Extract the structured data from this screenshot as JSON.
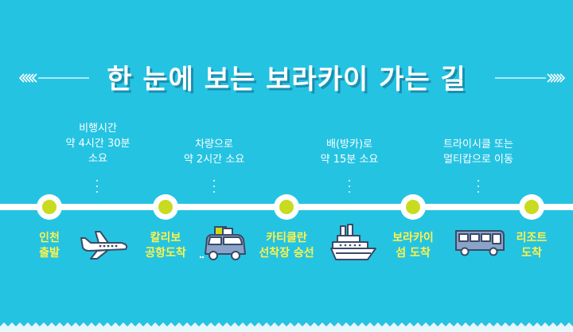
{
  "title": "한 눈에 보는 보라카이 가는 길",
  "colors": {
    "background": "#25c3e2",
    "node_fill": "#c8db1f",
    "label_text": "#fff24a",
    "note_text": "#ffffff",
    "vehicle": "#8aa3c8"
  },
  "stops": [
    {
      "line1": "인천",
      "line2": "출발"
    },
    {
      "line1": "칼리보",
      "line2": "공항도착"
    },
    {
      "line1": "카티클란",
      "line2": "선착장 승선"
    },
    {
      "line1": "보라카이",
      "line2": "섬 도착"
    },
    {
      "line1": "리조트",
      "line2": "도착"
    }
  ],
  "legs": [
    {
      "mode_icon": "airplane-icon",
      "line1": "비행시간",
      "line2": "약 4시간 30분",
      "line3": "소요"
    },
    {
      "mode_icon": "car-icon",
      "line1": "차량으로",
      "line2": "약 2시간 소요"
    },
    {
      "mode_icon": "ship-icon",
      "line1": "배(방카)로",
      "line2": "약 15분 소요"
    },
    {
      "mode_icon": "bus-icon",
      "line1": "트라이시클 또는",
      "line2": "멀티캅으로 이동"
    }
  ]
}
